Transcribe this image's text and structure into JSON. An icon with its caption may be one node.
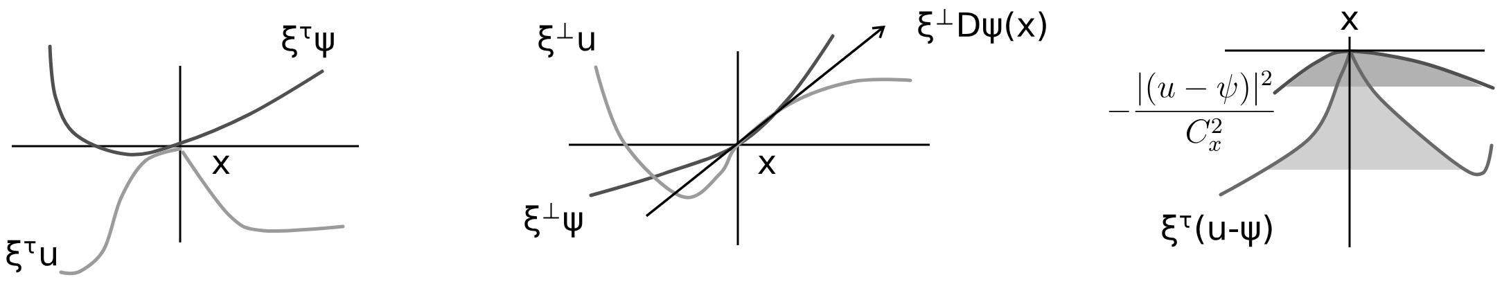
{
  "diagram": {
    "labels": [
      "ξ$^{τ}$ψ",
      "x",
      "ξ$^{τ}$u",
      "ξ$^{⊥}$u",
      "ξ$^{⊥}$Dψ(x)",
      "x",
      "ξ$^{⊥}$ψ",
      "x",
      "-\\frac{|(u-\\psi)|^2}{C_x^2}",
      "ξ$^{τ}$(u-ψ)"
    ]
  }
}
